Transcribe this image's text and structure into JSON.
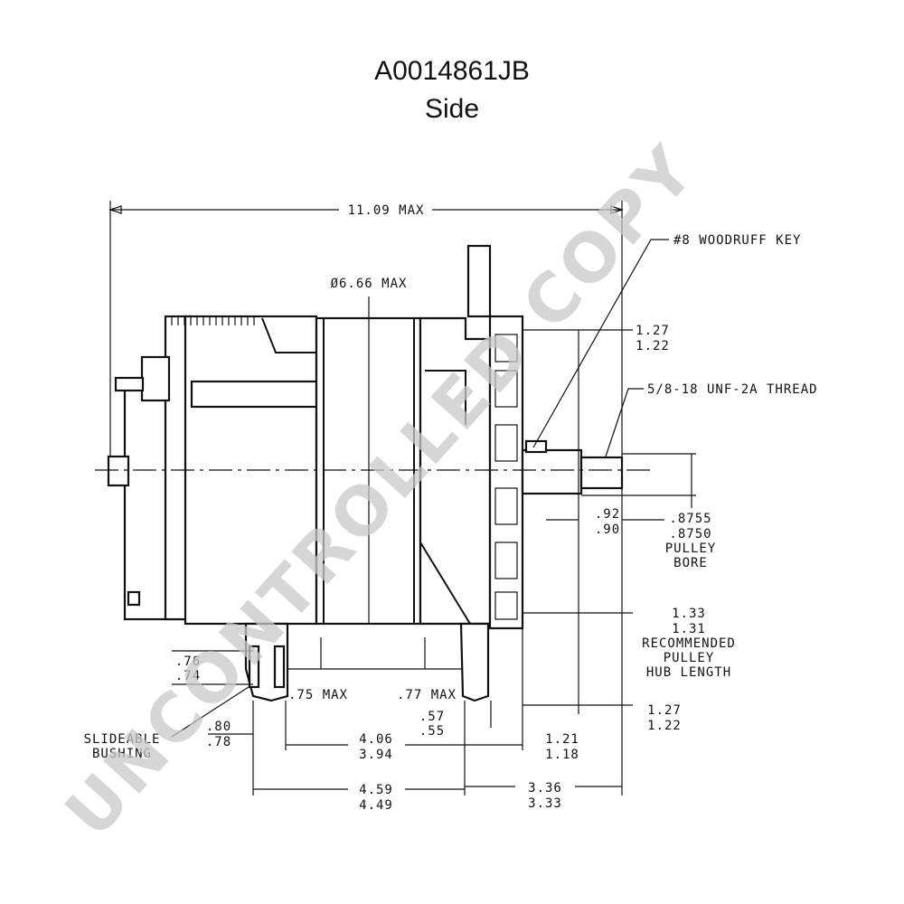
{
  "title": "A0014861JB",
  "subtitle": "Side",
  "watermark": "UNCONTROLLED COPY",
  "labels": {
    "overall_length": "11.09 MAX",
    "diameter": "Ø6.66 MAX",
    "woodruff_key": "#8 WOODRUFF KEY",
    "thread": "5/8-18 UNF-2A THREAD",
    "fan_offset_max": "1.27",
    "fan_offset_min": "1.22",
    "shaft_len_max": ".92",
    "shaft_len_min": ".90",
    "bore_max": ".8755",
    "bore_min": ".8750",
    "bore_caption_1": "PULLEY",
    "bore_caption_2": "BORE",
    "hub_max": "1.33",
    "hub_min": "1.31",
    "hub_caption_1": "RECOMMENDED",
    "hub_caption_2": "PULLEY",
    "hub_caption_3": "HUB LENGTH",
    "front_offset_max": "1.27",
    "front_offset_min": "1.22",
    "bushing_max": ".76",
    "bushing_min": ".74",
    "rear_ear": ".75 MAX",
    "front_ear": ".77 MAX",
    "ear_gap_max": ".57",
    "ear_gap_min": ".55",
    "bushing_caption_1": "SLIDEABLE",
    "bushing_caption_2": "BUSHING",
    "rear_ear_w_max": ".80",
    "rear_ear_w_min": ".78",
    "ear_span_max": "4.06",
    "ear_span_min": "3.94",
    "front_to_hub_max": "1.21",
    "front_to_hub_min": "1.18",
    "mount_span_max": "4.59",
    "mount_span_min": "4.49",
    "front_ext_max": "3.36",
    "front_ext_min": "3.33"
  }
}
